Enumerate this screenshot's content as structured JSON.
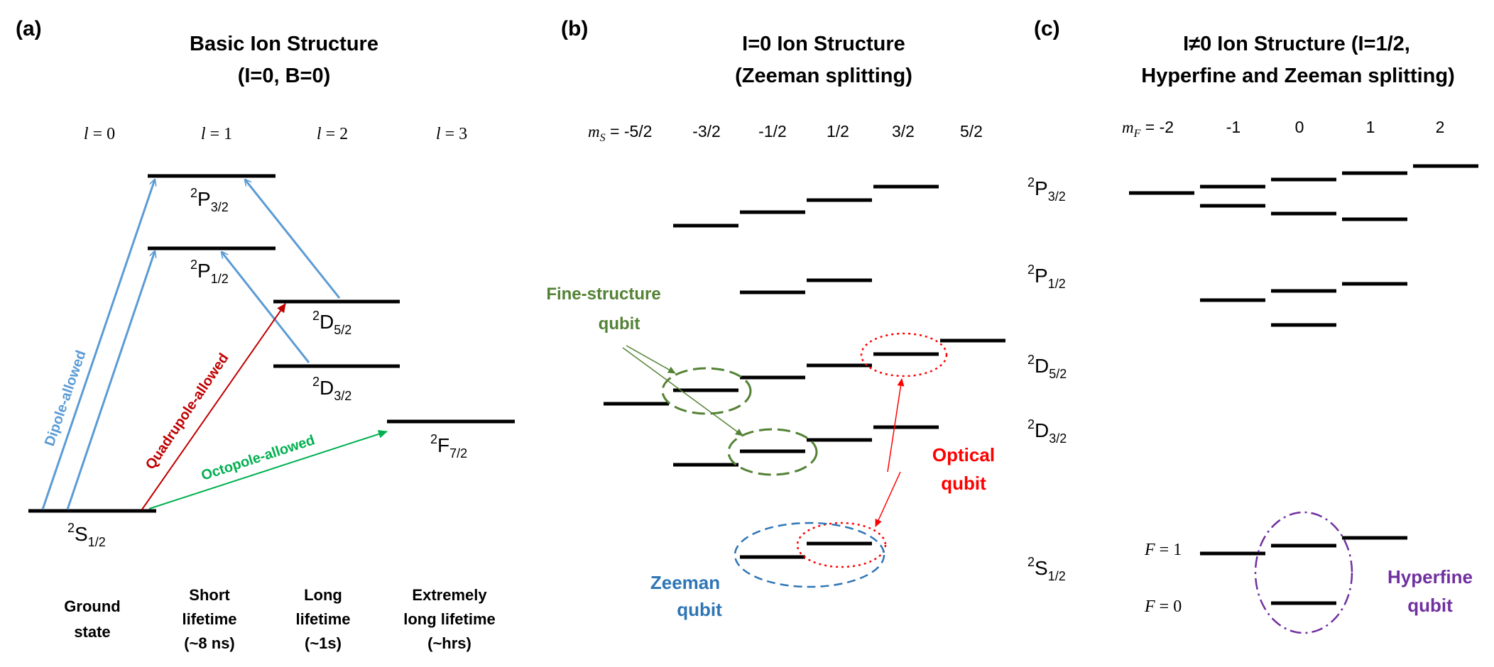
{
  "colors": {
    "dipole": "#5b9bd5",
    "quadrupole": "#c00000",
    "octopole": "#00b050",
    "fine": "#548235",
    "zeeman": "#2e75b6",
    "optical": "#ff0000",
    "hyperfine": "#7030a0"
  },
  "panel_a": {
    "tag": "(a)",
    "title1": "Basic Ion Structure",
    "title2": "(I=0, B=0)",
    "l_symbol": "l",
    "l_values": [
      "= 0",
      "= 1",
      "= 2",
      "= 3"
    ],
    "levels": [
      {
        "pre": "2",
        "main": "S",
        "sub": "1/2"
      },
      {
        "pre": "2",
        "main": "P",
        "sub": "1/2"
      },
      {
        "pre": "2",
        "main": "P",
        "sub": "3/2"
      },
      {
        "pre": "2",
        "main": "D",
        "sub": "3/2"
      },
      {
        "pre": "2",
        "main": "D",
        "sub": "5/2"
      },
      {
        "pre": "2",
        "main": "F",
        "sub": "7/2"
      }
    ],
    "transitions": {
      "dipole": "Dipole-allowed",
      "quadrupole": "Quadrupole-allowed",
      "octopole": "Octopole-allowed"
    },
    "lifetimes": {
      "ground": [
        "Ground",
        "state"
      ],
      "short": [
        "Short",
        "lifetime",
        "(~8 ns)"
      ],
      "long": [
        "Long",
        "lifetime",
        "(~1s)"
      ],
      "extreme": [
        "Extremely",
        "long lifetime",
        "(~hrs)"
      ]
    }
  },
  "panel_b": {
    "tag": "(b)",
    "title1": "I=0 Ion Structure",
    "title2": "(Zeeman splitting)",
    "ms_symbol": "m",
    "ms_sub": "S",
    "ms_values": [
      "= -5/2",
      "-3/2",
      "-1/2",
      "1/2",
      "3/2",
      "5/2"
    ],
    "fine_label": [
      "Fine-structure",
      "qubit"
    ],
    "optical_label": [
      "Optical",
      "qubit"
    ],
    "zeeman_label": [
      "Zeeman",
      "qubit"
    ]
  },
  "panel_c": {
    "tag": "(c)",
    "title1": "I≠0 Ion Structure (I=1/2,",
    "title2": "Hyperfine and Zeeman splitting)",
    "mf_symbol": "m",
    "mf_sub": "F",
    "mf_values": [
      "= -2",
      "-1",
      "0",
      "1",
      "2"
    ],
    "levels": [
      {
        "pre": "2",
        "main": "P",
        "sub": "3/2"
      },
      {
        "pre": "2",
        "main": "P",
        "sub": "1/2"
      },
      {
        "pre": "2",
        "main": "D",
        "sub": "5/2"
      },
      {
        "pre": "2",
        "main": "D",
        "sub": "3/2"
      },
      {
        "pre": "2",
        "main": "S",
        "sub": "1/2"
      }
    ],
    "f_symbol": "F",
    "f_values": [
      "= 1",
      "= 0"
    ],
    "hyperfine_label": [
      "Hyperfine",
      "qubit"
    ]
  }
}
